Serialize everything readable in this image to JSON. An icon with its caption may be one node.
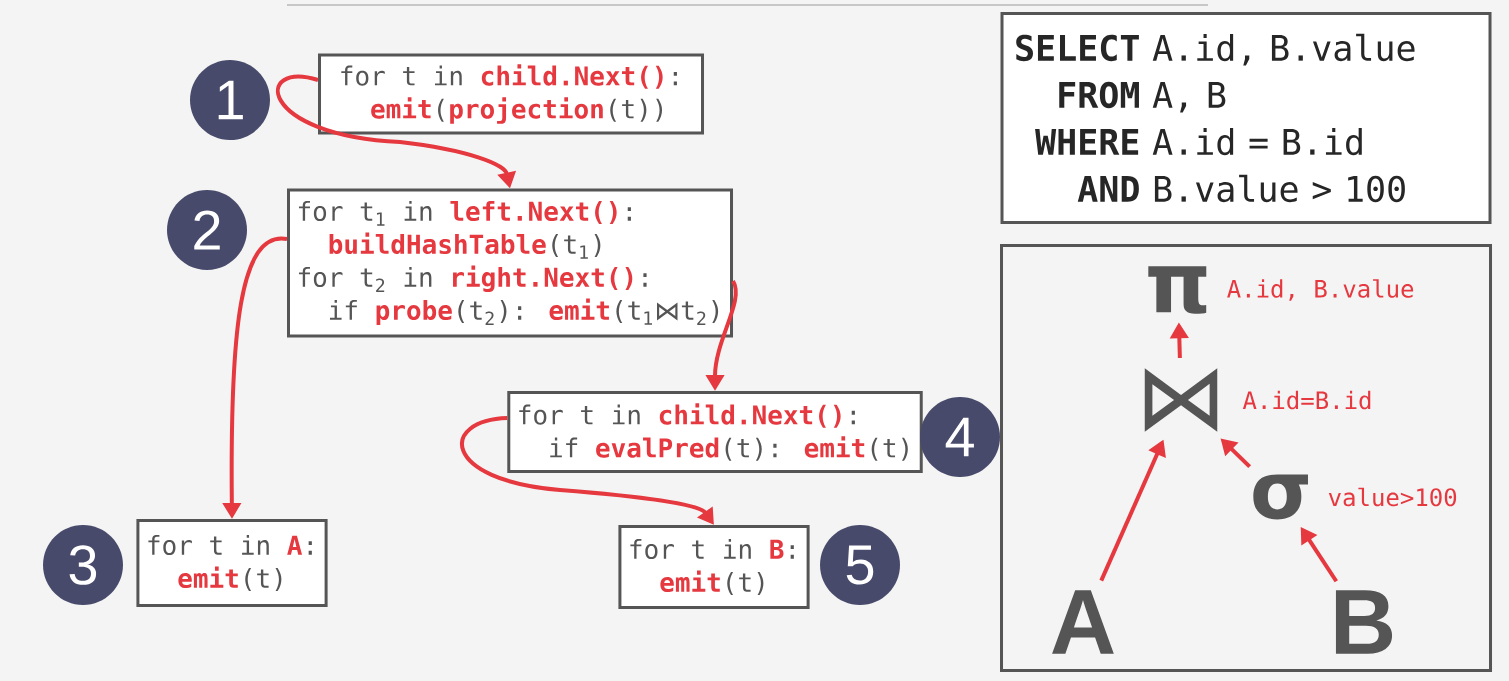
{
  "diagram": {
    "nodes": [
      {
        "text": [
          "1"
        ]
      },
      {
        "text": [
          "for t in **child.Next()**:",
          "**emit**(**projection**(t))"
        ]
      },
      {
        "text": [
          "2"
        ]
      },
      {
        "text": [
          "for t$_{1}$ in **left.Next()**:",
          "**buildHashTable**(t$_{1}$)",
          "for t$_{2}$ in **right.Next()**:",
          "if **probe**(t$_{2}$): **emit**(t$_{1}$⋈t$_{2}$)"
        ]
      },
      {
        "text": [
          "for t in **child.Next()**:",
          "if **evalPred**(t): **emit**(t)"
        ]
      },
      {
        "text": [
          "4"
        ]
      },
      {
        "text": [
          "3"
        ]
      },
      {
        "text": [
          "for t in **A**:",
          "**emit**(t)"
        ]
      },
      {
        "text": [
          "for t in **B**:",
          "**emit**(t)"
        ]
      },
      {
        "text": [
          "5"
        ]
      },
      {
        "text": [
          "**SELECT** A.id, B.value",
          "**FROM** A, B",
          "**WHERE** A.id = B.id",
          "**AND** B.value > 100"
        ]
      },
      {
        "text": [],
        "shape": "box"
      },
      {
        "text": [
          "π"
        ],
        "in": 11,
        "beside": [
          "A.id, B.value"
        ]
      },
      {
        "text": [
          "⋈"
        ],
        "in": 11,
        "beside": [
          "A.id=B.id"
        ]
      },
      {
        "text": [
          "σ"
        ],
        "in": 11,
        "beside": [
          "value>100"
        ]
      },
      {
        "text": [
          "A"
        ],
        "in": 11
      },
      {
        "text": [
          "B"
        ],
        "in": 11
      }
    ],
    "edges": [
      {
        "from": 1,
        "to": 3,
        "arrow": "to"
      },
      {
        "from": 3,
        "to": 7,
        "arrow": "to"
      },
      {
        "from": 3,
        "to": 4,
        "arrow": "to"
      },
      {
        "from": 4,
        "to": 8,
        "arrow": "to"
      },
      {
        "from": 13,
        "to": 12,
        "arrow": "to"
      },
      {
        "from": 15,
        "to": 13,
        "arrow": "to"
      },
      {
        "from": 14,
        "to": 13,
        "arrow": "to"
      },
      {
        "from": 16,
        "to": 14,
        "arrow": "to"
      }
    ]
  }
}
